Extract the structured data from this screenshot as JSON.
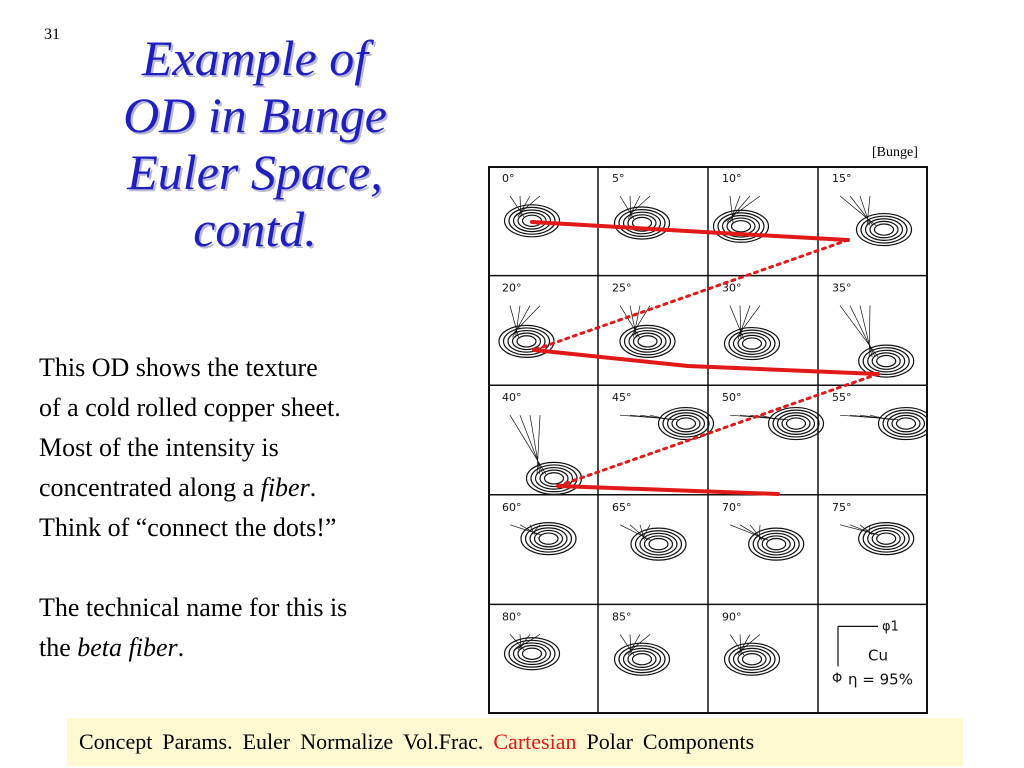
{
  "slide": {
    "number": "31"
  },
  "title": {
    "lines": [
      "Example of",
      "OD in Bunge",
      "Euler Space,",
      "contd."
    ]
  },
  "source": "[Bunge]",
  "body": {
    "line1": "This OD shows the texture",
    "line2": "of a cold rolled copper sheet.",
    "line3": "Most of the intensity is",
    "line4_before": "concentrated along a ",
    "line4_em": "fiber",
    "line4_after": ".",
    "line5": "Think of “connect the dots!”",
    "line6": "The technical name for this is",
    "line7_before": "the ",
    "line7_em": "beta fiber",
    "line7_after": "."
  },
  "figure": {
    "sections": [
      "0°",
      "5°",
      "10°",
      "15°",
      "20°",
      "25°",
      "30°",
      "35°",
      "40°",
      "45°",
      "50°",
      "55°",
      "60°",
      "65°",
      "70°",
      "75°",
      "80°",
      "85°",
      "90°"
    ],
    "legend": {
      "axis_x": "φ1",
      "axis_y": "Φ",
      "material": "Cu",
      "reduction": "η = 95%"
    },
    "colors": {
      "fiber_path": "#e31818",
      "contours": "#111111"
    }
  },
  "nav": {
    "items": [
      "Concept",
      "Params.",
      "Euler",
      "Normalize",
      "Vol.Frac.",
      "Cartesian",
      "Polar",
      "Components"
    ],
    "active": "Cartesian",
    "colors": {
      "background": "#fff9d2",
      "active": "#e31818"
    }
  }
}
